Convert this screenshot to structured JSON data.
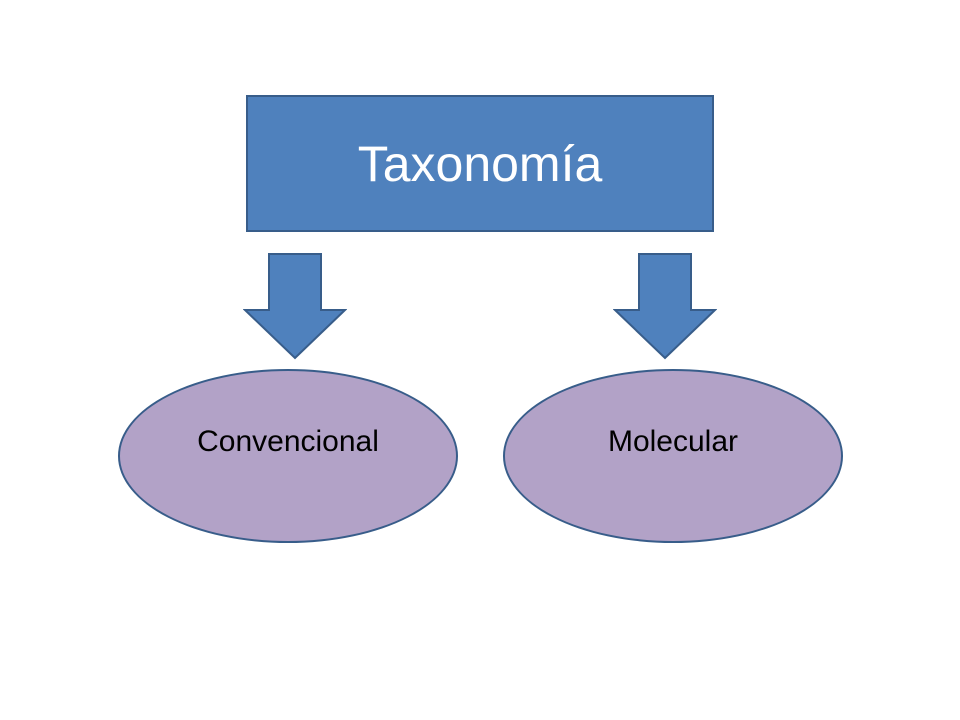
{
  "diagram": {
    "root": {
      "label": "Taxonomía",
      "fill": "#4f81bd",
      "border": "#385d8a",
      "text_color": "#ffffff"
    },
    "children": [
      {
        "label": "Convencional"
      },
      {
        "label": "Molecular"
      }
    ],
    "child_style": {
      "fill": "#b2a2c7",
      "border": "#385d8a",
      "text_color": "#000000"
    },
    "arrow_style": {
      "fill": "#4f81bd",
      "border": "#385d8a",
      "direction": "down"
    }
  }
}
